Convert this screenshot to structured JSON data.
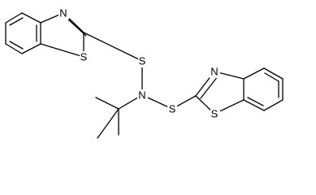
{
  "figure": {
    "kind": "skeletal structural formula",
    "background_color": "#ffffff",
    "line_color": "#000000"
  },
  "atom_labels": {
    "n_top_left_ring": "N",
    "s_top_left_ring": "S",
    "s_upper_link": "S",
    "n_center": "N",
    "s_lower_link": "S",
    "n_right_ring": "N",
    "s_right_ring": "S"
  }
}
